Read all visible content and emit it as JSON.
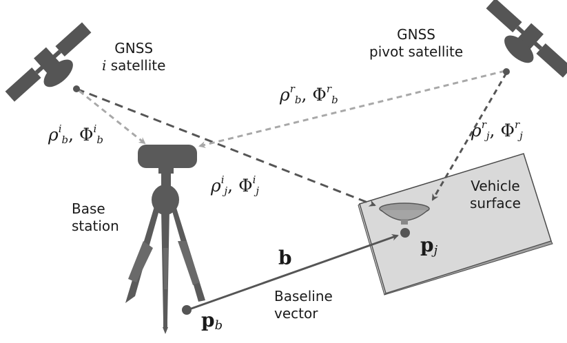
{
  "satellite_i": {
    "line1": "GNSS",
    "line2_var": "i",
    "line2_rest": " satellite"
  },
  "satellite_pivot": {
    "line1": "GNSS",
    "line2": "pivot satellite"
  },
  "base_station": {
    "line1": "Base",
    "line2": "station"
  },
  "vehicle": {
    "line1": "Vehicle",
    "line2": "surface"
  },
  "baseline": {
    "symbol": "b",
    "line1": "Baseline",
    "line2": "vector"
  },
  "points": {
    "pb_main": "p",
    "pb_sub": "b",
    "pj_main": "p",
    "pj_sub": "j"
  },
  "obs_bi": {
    "rho": "ρ",
    "sup": "i",
    "sub": "b",
    "sep": ", ",
    "phi": "Φ",
    "phi_sup": "i",
    "phi_sub": "b"
  },
  "obs_br": {
    "rho": "ρ",
    "sup": "r",
    "sub": "b",
    "sep": ", ",
    "phi": "Φ",
    "phi_sup": "r",
    "phi_sub": "b"
  },
  "obs_ji": {
    "rho": "ρ",
    "sup": "i",
    "sub": "j",
    "sep": ", ",
    "phi": "Φ",
    "phi_sup": "i",
    "phi_sub": "j"
  },
  "obs_jr": {
    "rho": "ρ",
    "sup": "r",
    "sub": "j",
    "sep": ", ",
    "phi": "Φ",
    "phi_sup": "r",
    "phi_sub": "j"
  },
  "colors": {
    "dark": "#555555",
    "light": "#a8a8a8",
    "surface": "#d6d6d6",
    "outline": "#4a4a4a"
  }
}
